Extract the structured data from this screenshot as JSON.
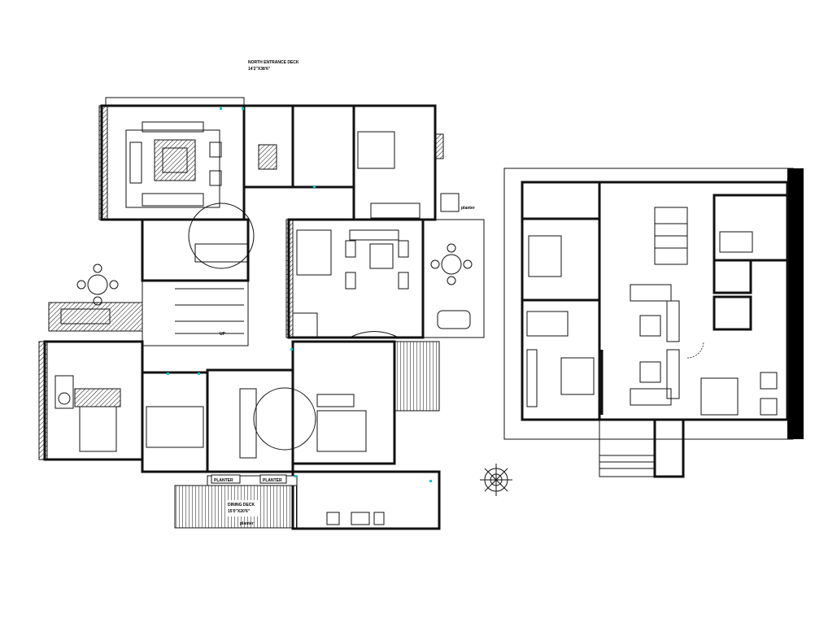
{
  "drawing": {
    "labels": {
      "north_deck": "NORTH ENTRANCE DECK",
      "north_deck_size": "14'2\"X38'6\"",
      "planter_1": "PLANTER",
      "planter_2": "PLANTER",
      "dining_deck": "DINING DECK",
      "dining_deck_size": "15'0\"X20'6\"",
      "planter_small": "planter",
      "planter_side": "planter",
      "up": "UP"
    },
    "colors": {
      "lines": "#000000",
      "door_markers": "#00c8d8"
    }
  }
}
